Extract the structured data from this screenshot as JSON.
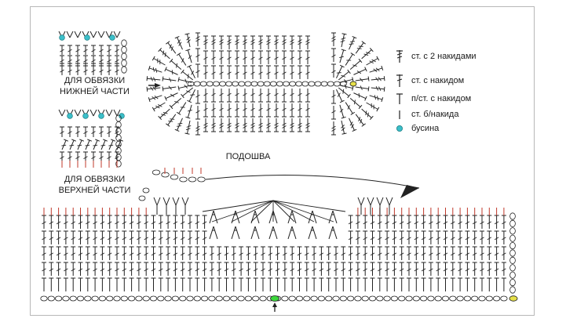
{
  "labels": {
    "bottom_edging": "ДЛЯ ОБВЯЗКИ\nНИЖНЕЙ ЧАСТИ",
    "top_edging": "ДЛЯ ОБВЯЗКИ\nВЕРХНЕЙ ЧАСТИ",
    "sole": "ПОДОШВА"
  },
  "legend": [
    {
      "symbol": "dc2-icon",
      "text": "ст. с 2 накидами"
    },
    {
      "symbol": "dc-icon",
      "text": "ст. с накидом"
    },
    {
      "symbol": "hdc-icon",
      "text": "п/ст. с накидом"
    },
    {
      "symbol": "sc-icon",
      "text": "ст. б/накида"
    },
    {
      "symbol": "bead-icon",
      "text": "бусина"
    }
  ],
  "colors": {
    "stitch": "#222222",
    "bead": "#3bbfc9",
    "start_marker": "#3cd63c",
    "end_marker": "#e6e04a",
    "red_tick": "#c0392b",
    "frame": "#b8b8b8"
  }
}
